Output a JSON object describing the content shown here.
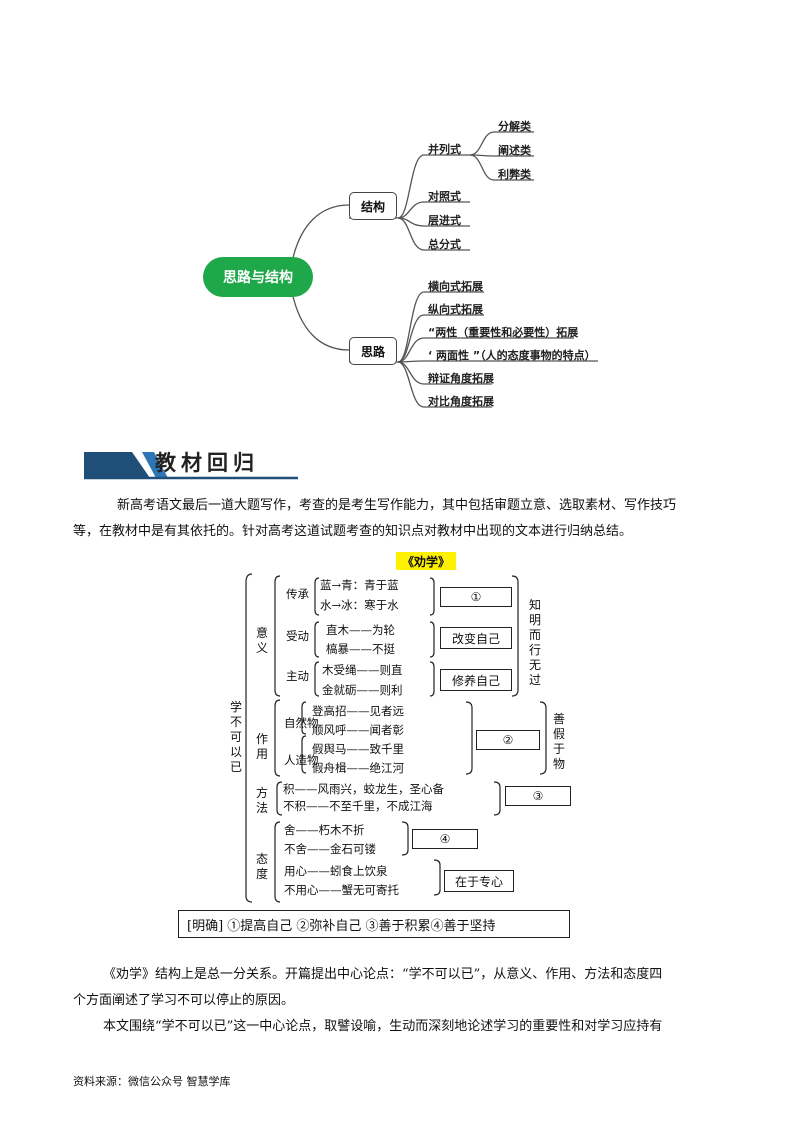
{
  "mindmap": {
    "root": "思路与结构",
    "branch_structure": "结构",
    "branch_thinking": "思路",
    "structure_items": [
      "并列式",
      "对照式",
      "层进式",
      "总分式"
    ],
    "parallel_items": [
      "分解类",
      "阐述类",
      "利弊类"
    ],
    "thinking_items": [
      "横向式拓展",
      "纵向式拓展",
      "“两性（重要性和必要性）拓展",
      "‘ 两面性 ”（人的态度事物的特点）",
      "辩证角度拓展",
      "对比角度拓展"
    ]
  },
  "section": {
    "title": "教材回归"
  },
  "intro": {
    "line1": "新高考语文最后一道大题写作，考查的是考生写作能力，其中包括审题立意、选取素材、写作技巧",
    "line2": "等，在教材中是有其依托的。针对高考这道试题考查的知识点对教材中出现的文本进行归纳总结。"
  },
  "quanxue": {
    "title": "《劝学》",
    "center": "学不可以已",
    "yiyi": "意义",
    "zuoyong": "作用",
    "fangfa": "方法",
    "taidu": "态度",
    "chuancheng": "传承",
    "shoudong": "受动",
    "zhudong": "主动",
    "l1": "蓝→青：青于蓝",
    "l2": "水→冰：寒于水",
    "l3": "直木——为轮",
    "l4": "槁暴——不挺",
    "l5": "木受绳——则直",
    "l6": "金就砺——则利",
    "zirانwu": "自然物",
    "renzaowu": "人造物",
    "l7": "登高招——见者远",
    "l8": "顺风呼——闻者彰",
    "l9": "假舆马——致千里",
    "l10": "假舟楫——绝江河",
    "l11": "积——风雨兴，蛟龙生，圣心备",
    "l12": "不积——不至千里，不成江海",
    "l13": "舍——朽木不折",
    "l14": "不舍——金石可镂",
    "l15": "用心——蚓食上饮泉",
    "l16": "不用心——蟹无可寄托",
    "a1": "①",
    "a_gaibian": "改变自己",
    "a_xiuyang": "修养自己",
    "a2": "②",
    "a3": "③",
    "a4": "④",
    "a_zhuanxin": "在于专心",
    "zhiming": "知明而行无过",
    "shanjia": "善假于物",
    "mingque": "[明确]  ①提高自己  ②弥补自己  ③善于积累④善于坚持"
  },
  "body": {
    "p1_line1": "《劝学》结构上是总一分关系。开篇提出中心论点：“学不可以已”，从意义、作用、方法和态度四",
    "p1_line2": "个方面阐述了学习不可以停止的原因。",
    "p2_line1": "本文围绕“学不可以已”这一中心论点，取譬设喻，生动而深刻地论述学习的重要性和对学习应持有"
  },
  "footer": {
    "source": "资料来源：微信公众号 智慧学库"
  },
  "colors": {
    "root_green": "#1fa84a",
    "title_highlight": "#fff200",
    "banner_blue": "#1f4e79"
  }
}
